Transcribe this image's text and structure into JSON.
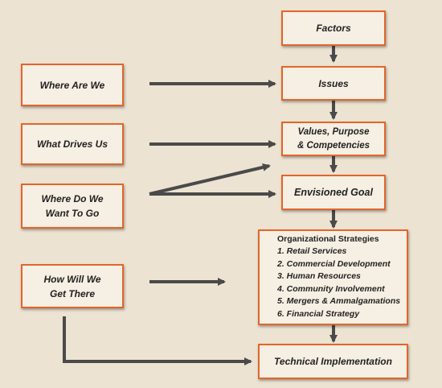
{
  "left_boxes": [
    {
      "lines": [
        "Where Are We"
      ]
    },
    {
      "lines": [
        "What Drives Us"
      ]
    },
    {
      "lines": [
        "Where Do We",
        "Want To Go"
      ]
    },
    {
      "lines": [
        "How Will We",
        "Get There"
      ]
    }
  ],
  "right_boxes": {
    "factors": "Factors",
    "issues": "Issues",
    "values": [
      "Values, Purpose",
      "& Competencies"
    ],
    "goal": "Envisioned Goal",
    "strategies": {
      "title": "Organizational Strategies",
      "items": [
        "1. Retail Services",
        "2. Commercial Development",
        "3. Human Resources",
        "4. Community Involvement",
        "5. Mergers & Ammalgamations",
        "6. Financial Strategy"
      ]
    },
    "technical": "Technical Implementation"
  },
  "colors": {
    "background": "#ede3d2",
    "box_fill": "#f6efe3",
    "box_border": "#e2662b",
    "arrow": "#4a4a4a"
  }
}
